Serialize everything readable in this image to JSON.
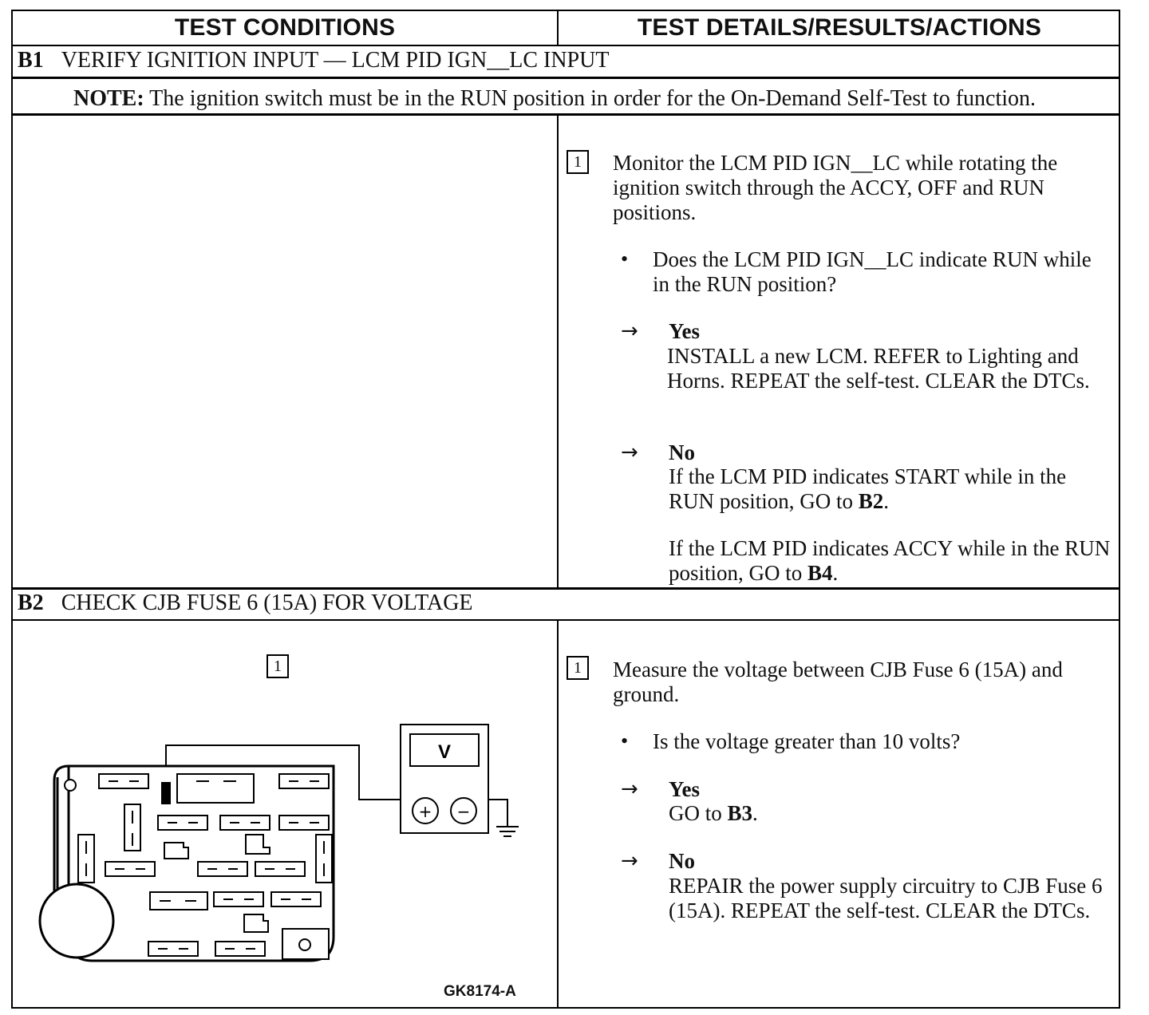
{
  "header": {
    "left": "TEST CONDITIONS",
    "right": "TEST DETAILS/RESULTS/ACTIONS"
  },
  "b1": {
    "code": "B1",
    "title": "VERIFY IGNITION INPUT — LCM PID IGN__LC INPUT",
    "note_label": "NOTE:",
    "note_text": " The ignition switch must be in the RUN position in order for the On-Demand Self-Test to function.",
    "step_num": "1",
    "step_text": "Monitor the LCM PID IGN__LC while rotating the ignition switch through the ACCY, OFF and RUN positions.",
    "bullet": "•",
    "question": "Does the LCM PID IGN__LC indicate RUN while in the RUN position?",
    "arrow": "→",
    "yes_label": "Yes",
    "yes_text": "INSTALL a new LCM. REFER to Lighting and Horns. REPEAT the self-test. CLEAR the DTCs.",
    "no_label": "No",
    "no_text1_pre": "If the LCM PID indicates START while in the RUN position, GO to ",
    "no_text1_ref": "B2",
    "no_text2_pre": "If the LCM PID indicates ACCY while in the RUN position, GO to ",
    "no_text2_ref": "B4",
    "period": "."
  },
  "b2": {
    "code": "B2",
    "title": "CHECK CJB FUSE 6 (15A) FOR VOLTAGE",
    "step_num": "1",
    "step_text": "Measure the voltage between CJB Fuse 6 (15A) and ground.",
    "bullet": "•",
    "question": "Is the voltage greater than 10 volts?",
    "arrow": "→",
    "yes_label": "Yes",
    "yes_pre": "GO to ",
    "yes_ref": "B3",
    "no_label": "No",
    "no_text": "REPAIR the power supply circuitry to CJB Fuse 6 (15A). REPEAT the self-test. CLEAR the DTCs.",
    "period": ".",
    "diagram": {
      "step_num": "1",
      "meter_label": "V",
      "plus": "+",
      "minus": "−",
      "caption": "GK8174-A"
    }
  }
}
